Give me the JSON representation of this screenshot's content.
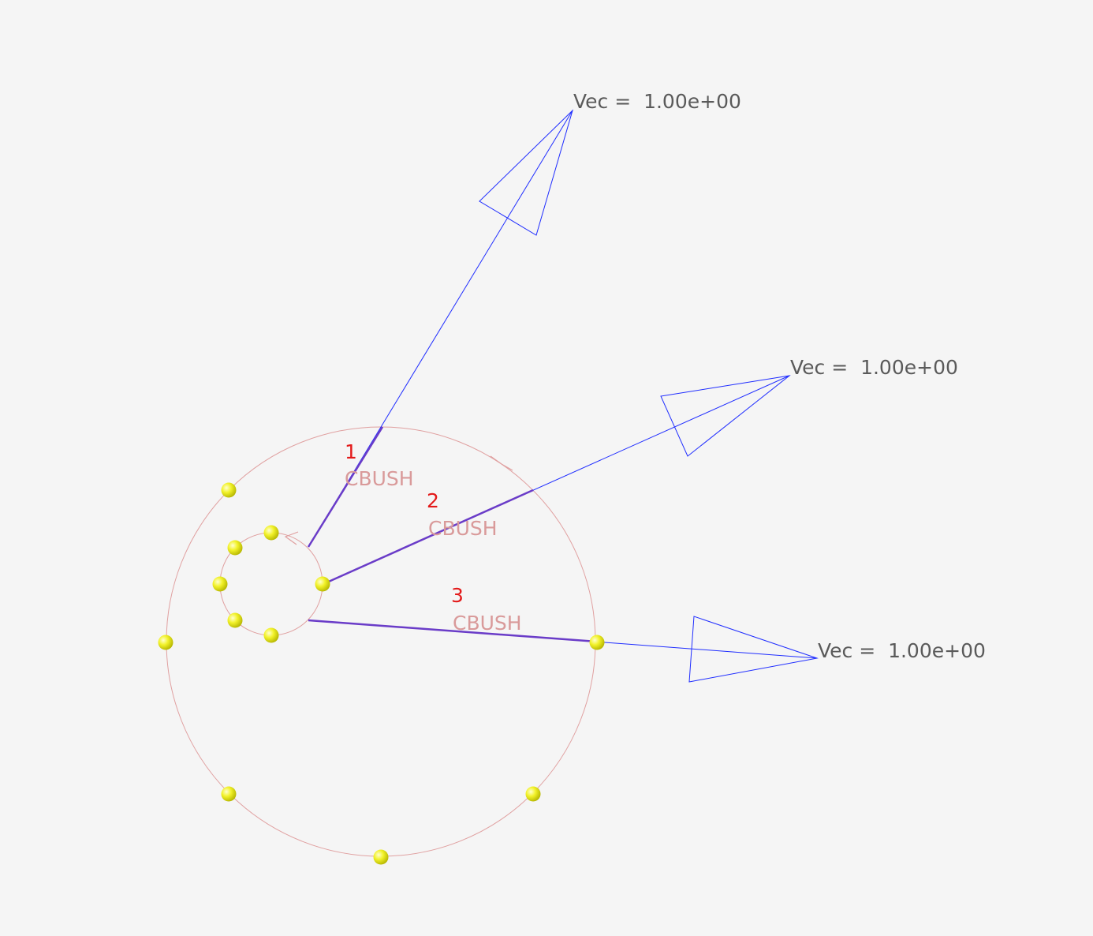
{
  "colors": {
    "background": "#f5f5f5",
    "vector": "#1f2dff",
    "element_line": "#6a3cc8",
    "curve": "#e0a0a0",
    "node": "#f2f22a",
    "element_id": "#e31a1a",
    "element_type": "#d99a9a",
    "label": "#5a5a5a"
  },
  "vectors": [
    {
      "label": "Vec =  1.00e+00"
    },
    {
      "label": "Vec =  1.00e+00"
    },
    {
      "label": "Vec =  1.00e+00"
    }
  ],
  "elements": [
    {
      "id": "1",
      "type": "CBUSH"
    },
    {
      "id": "2",
      "type": "CBUSH"
    },
    {
      "id": "3",
      "type": "CBUSH"
    }
  ],
  "icons": {
    "node": "node-sphere-icon",
    "direction": "direction-arrow-icon"
  }
}
